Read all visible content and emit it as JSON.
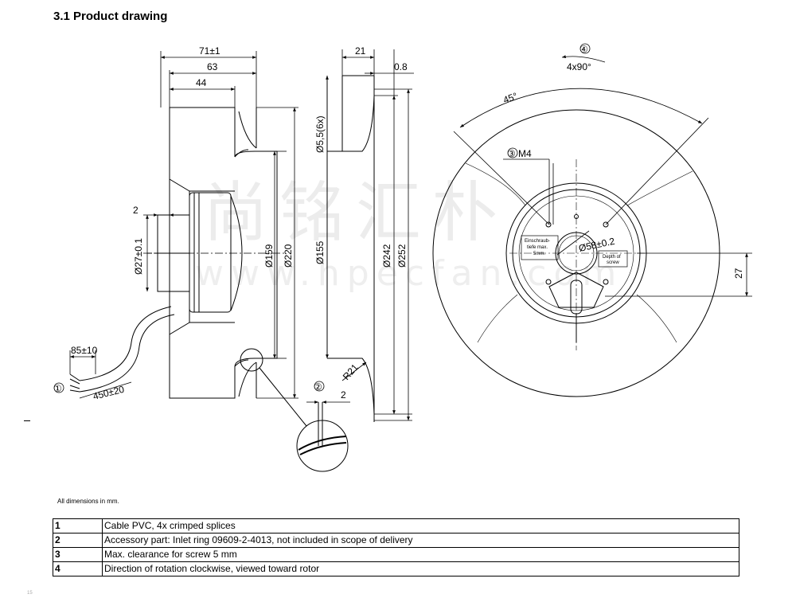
{
  "heading": "3.1 Product drawing",
  "watermark": {
    "chinese": "尚铭汇朴",
    "latin": "www.hpecfan.com"
  },
  "dimensions": {
    "d71": "71±1",
    "d63": "63",
    "d44": "44",
    "d2_left": "2",
    "d27": "Ø27±0.1",
    "d159": "Ø159",
    "d220": "Ø220",
    "d85": "85±10",
    "d450": "450±20",
    "d21": "21",
    "d0_8": "0.8",
    "d5_5": "Ø5,5(6x)",
    "d155": "Ø155",
    "d242": "Ø242",
    "d252": "Ø252",
    "r21": "R21",
    "d2_right": "2",
    "d45": "45°",
    "d4x90": "4x90°",
    "m4": "M4",
    "d58": "Ø58±0.2",
    "d27_right": "27"
  },
  "callouts": {
    "c1": "①",
    "c2": "②",
    "c3": "③",
    "c4": "④"
  },
  "inner_labels": {
    "einschraub": [
      "Einschraub-",
      "tiefe max.",
      "5mm."
    ],
    "depth": [
      "Depth of",
      "screw"
    ]
  },
  "note": "All dimensions in mm.",
  "legend": [
    {
      "num": "1",
      "text": "Cable PVC, 4x crimped splices"
    },
    {
      "num": "2",
      "text": "Accessory part: Inlet ring 09609-2-4013, not included in scope of delivery"
    },
    {
      "num": "3",
      "text": "Max. clearance for screw 5 mm"
    },
    {
      "num": "4",
      "text": "Direction of rotation clockwise, viewed toward rotor"
    }
  ],
  "side_mark": "15"
}
